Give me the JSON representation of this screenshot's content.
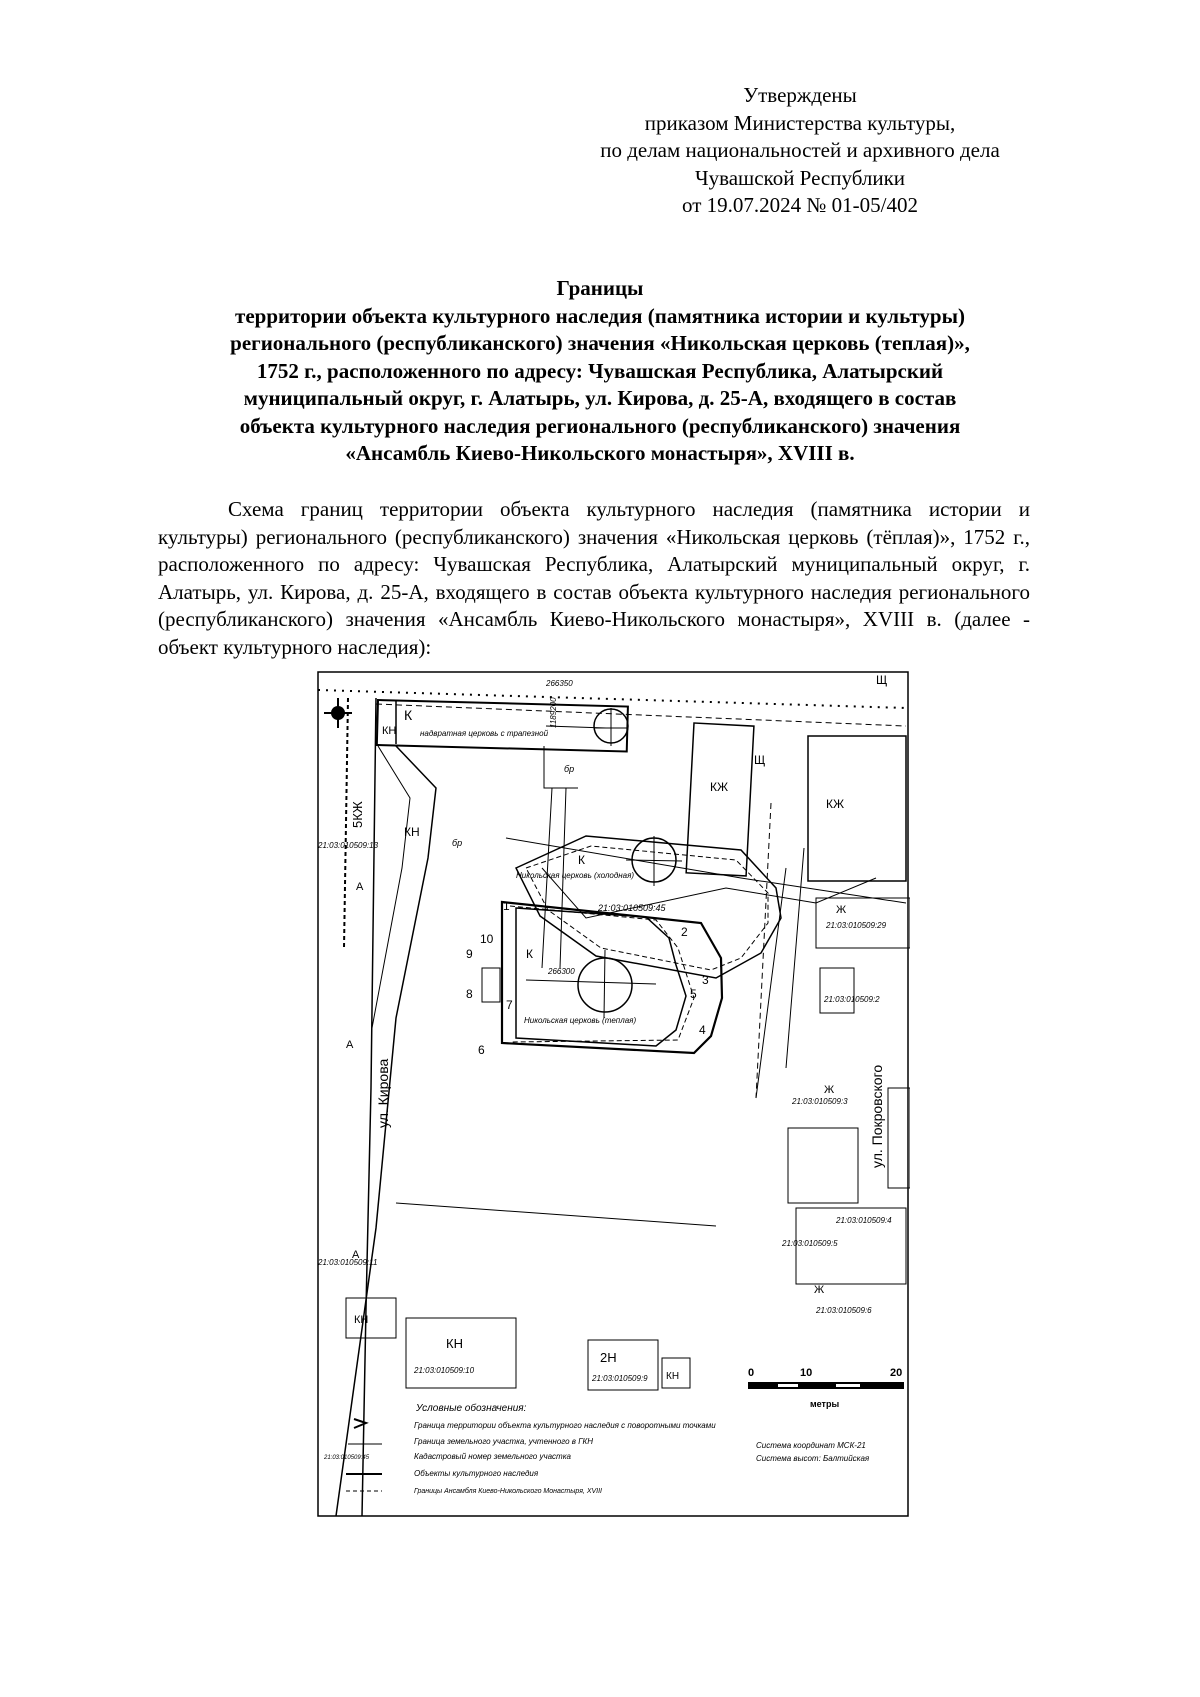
{
  "approval": {
    "lines": [
      "Утверждены",
      "приказом Министерства культуры,",
      "по делам национальностей и архивного дела",
      "Чувашской Республики",
      "от 19.07.2024 № 01-05/402"
    ]
  },
  "title": {
    "lines": [
      "Границы",
      "территории объекта культурного наследия (памятника истории и культуры)",
      "регионального (республиканского) значения «Никольская церковь (теплая)»,",
      "1752 г., расположенного по адресу: Чувашская Республика, Алатырский",
      "муниципальный округ, г. Алатырь, ул. Кирова, д. 25-А, входящего в состав",
      "объекта культурного наследия регионального (республиканского) значения",
      "«Ансамбль Киево-Никольского монастыря», XVIII в."
    ]
  },
  "paragraph": "Схема границ территории объекта культурного наследия (памятника истории и культуры) регионального (республиканского) значения «Никольская церковь (тёплая)», 1752 г., расположенного по адресу: Чувашская Республика, Алатырский муниципальный округ, г. Алатырь, ул. Кирова, д. 25-А, входящего в состав объекта культурного наследия регионального (республиканского) значения «Ансамбль Киево-Никольского монастыря», XVIII в. (далее - объект культурного наследия):",
  "map": {
    "labels": {
      "church_top": "надвратная церковь с трапезной",
      "church_cold": "Никольская церковь (холодная)",
      "church_warm": "Никольская церковь (теплая)",
      "street_kirova": "ул. Кирова",
      "street_pokrovskogo": "ул. Покровского",
      "k": "К",
      "kn": "КН",
      "kzh": "КЖ",
      "zh": "Ж",
      "n2": "2Н",
      "kzh5": "5КЖ",
      "a": "А",
      "br": "бр",
      "sch": "Щ",
      "parcel_main": "21:03:010509:45",
      "parcel_10": "21:03:010509:10",
      "parcel_9": "21:03:010509:9",
      "parcel_11": "21:03:010509:11",
      "parcel_13": "21:03:010509:13",
      "parcel_29": "21:03:010509:29",
      "parcel_2": "21:03:010509:2",
      "parcel_3": "21:03:010509:3",
      "parcel_4": "21:03:010509:4",
      "parcel_5": "21:03:010509:5",
      "parcel_6": "21:03:010509:6",
      "grid_1": "266350",
      "grid_2": "266300",
      "grid_3": "1189200"
    },
    "points": [
      "1",
      "2",
      "3",
      "4",
      "5",
      "6",
      "7",
      "8",
      "9",
      "10"
    ],
    "scale": {
      "ticks": [
        "0",
        "10",
        "20"
      ],
      "unit": "метры"
    }
  },
  "legend": {
    "title": "Условные обозначения:",
    "items": [
      "Граница территории объекта культурного наследия с поворотными точками",
      "Граница земельного участка, учтенного в ГКН",
      "Кадастровый номер земельного участка",
      "Объекты культурного наследия",
      "Границы Ансамбля Киево-Никольского Монастыря, XVIII"
    ],
    "sample_number": "21:03:010509:45",
    "coord_system": "Система координат МСК-21",
    "height_system": "Система высот: Балтийская"
  }
}
